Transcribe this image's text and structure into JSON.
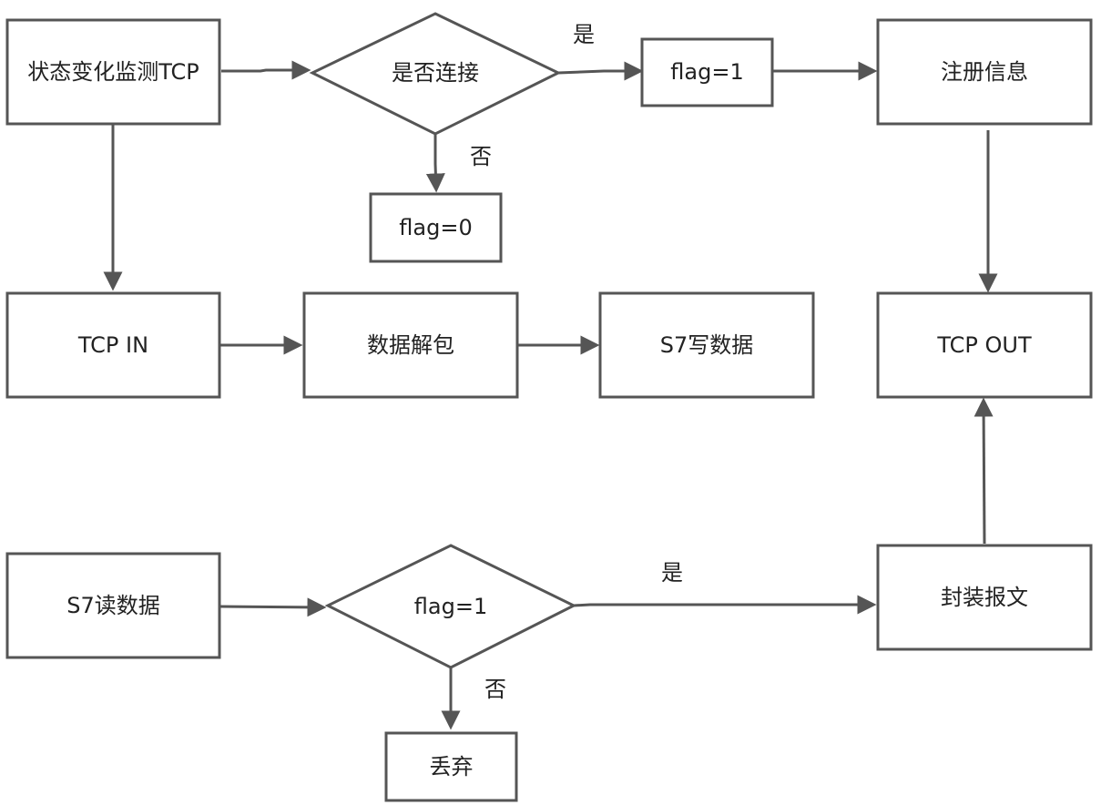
{
  "nodes": {
    "monitor": "状态变化监测TCP",
    "is_connected": "是否连接",
    "flag_one_top": "flag=1",
    "flag_zero": "flag=0",
    "register_info": "注册信息",
    "tcp_in": "TCP IN",
    "unpack_data": "数据解包",
    "s7_write": "S7写数据",
    "tcp_out": "TCP OUT",
    "s7_read": "S7读数据",
    "flag_one_check": "flag=1",
    "pack_message": "封装报文",
    "discard": "丢弃"
  },
  "edge_labels": {
    "connected_yes": "是",
    "connected_no": "否",
    "flag_yes": "是",
    "flag_no": "否"
  },
  "colors": {
    "stroke": "#555555",
    "text": "#222222",
    "background": "#ffffff"
  }
}
